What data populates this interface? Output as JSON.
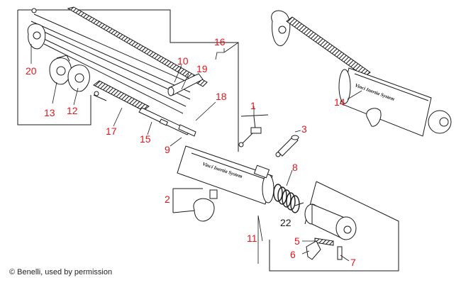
{
  "callouts": [
    {
      "id": "c1",
      "label": "1"
    },
    {
      "id": "c2",
      "label": "2"
    },
    {
      "id": "c3",
      "label": "3"
    },
    {
      "id": "c5",
      "label": "5"
    },
    {
      "id": "c6",
      "label": "6"
    },
    {
      "id": "c7",
      "label": "7"
    },
    {
      "id": "c8",
      "label": "8"
    },
    {
      "id": "c9",
      "label": "9"
    },
    {
      "id": "c10",
      "label": "10"
    },
    {
      "id": "c11",
      "label": "11"
    },
    {
      "id": "c12",
      "label": "12"
    },
    {
      "id": "c13",
      "label": "13"
    },
    {
      "id": "c14",
      "label": "14"
    },
    {
      "id": "c15",
      "label": "15"
    },
    {
      "id": "c16",
      "label": "16"
    },
    {
      "id": "c17",
      "label": "17"
    },
    {
      "id": "c18",
      "label": "18"
    },
    {
      "id": "c19",
      "label": "19"
    },
    {
      "id": "c20",
      "label": "20"
    },
    {
      "id": "c22",
      "label": "22"
    }
  ],
  "engravings": {
    "bolt_body": "Vinci Inertia System",
    "assembled_body": "Vinci Inertia System"
  },
  "colors": {
    "callout": "#e4141b",
    "line_art": "#1a1a1a"
  },
  "credit": "© Benelli, used by permission"
}
